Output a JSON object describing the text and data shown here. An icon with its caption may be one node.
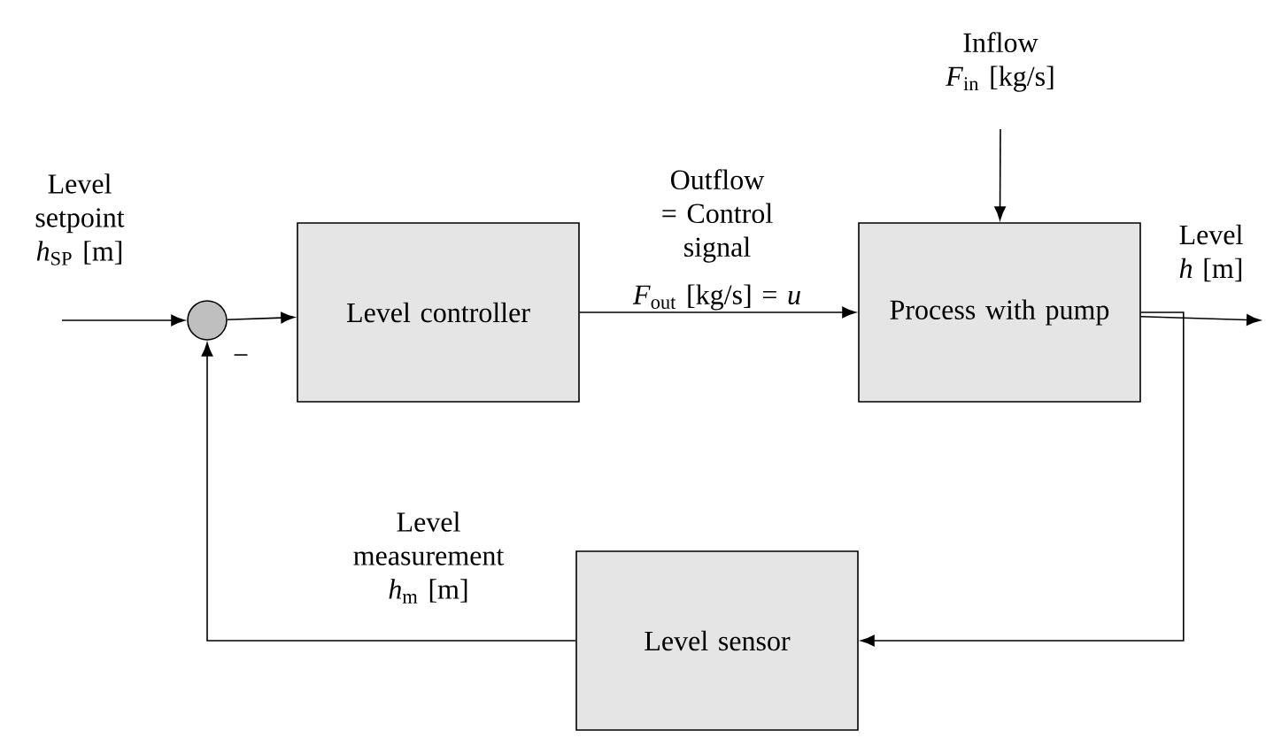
{
  "diagram": {
    "nodes": [
      {
        "text": [],
        "shape": "circle"
      },
      {
        "text": [
          "Level controller"
        ]
      },
      {
        "text": [
          "Process with pump"
        ]
      },
      {
        "text": [
          "Level sensor"
        ]
      }
    ],
    "edges": [
      {
        "from": null,
        "to": 0,
        "arrow": "to",
        "label": "Level setpoint *h*$_{SP}$ [m]"
      },
      {
        "from": 0,
        "to": 1,
        "arrow": "to"
      },
      {
        "from": 1,
        "to": 2,
        "arrow": "to",
        "label": "*F*$_{out}$ [kg/s] = *u*"
      },
      {
        "from": null,
        "to": 2,
        "arrow": "to",
        "label": "Inflow *F*$_{in}$ [kg/s]"
      },
      {
        "from": 2,
        "to": null,
        "arrow": "to",
        "label": "Level *h* [m]"
      },
      {
        "from": 2,
        "to": 3,
        "arrow": "to"
      },
      {
        "from": 3,
        "to": 0,
        "arrow": "to",
        "label": "Level measurement *h*$_{m}$ [m]"
      }
    ],
    "labels": [
      "Outflow = Control signal",
      "−"
    ]
  }
}
